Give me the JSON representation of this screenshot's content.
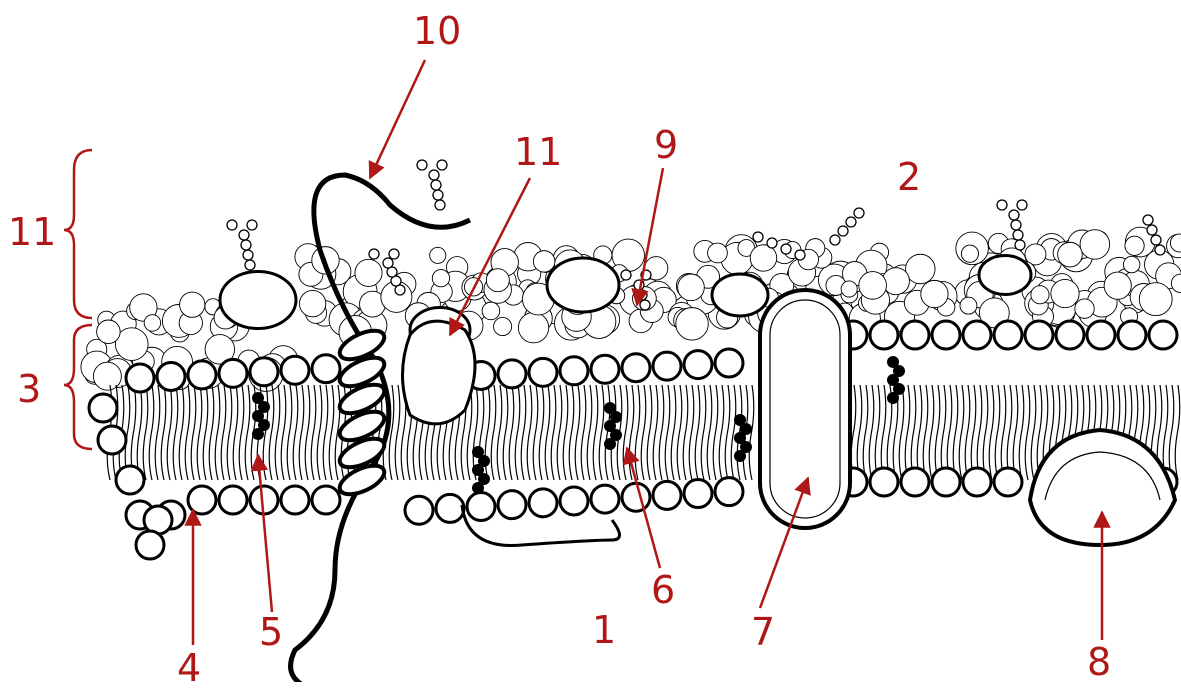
{
  "diagram": {
    "subject": "cell membrane (fluid mosaic model)",
    "accent_color": "#b01818",
    "line_color": "#000000",
    "labels": {
      "l1": "1",
      "l2": "2",
      "l3": "3",
      "l4": "4",
      "l5": "5",
      "l6": "6",
      "l7": "7",
      "l8": "8",
      "l9": "9",
      "l10": "10",
      "l11_top": "11",
      "l11_side": "11"
    }
  }
}
